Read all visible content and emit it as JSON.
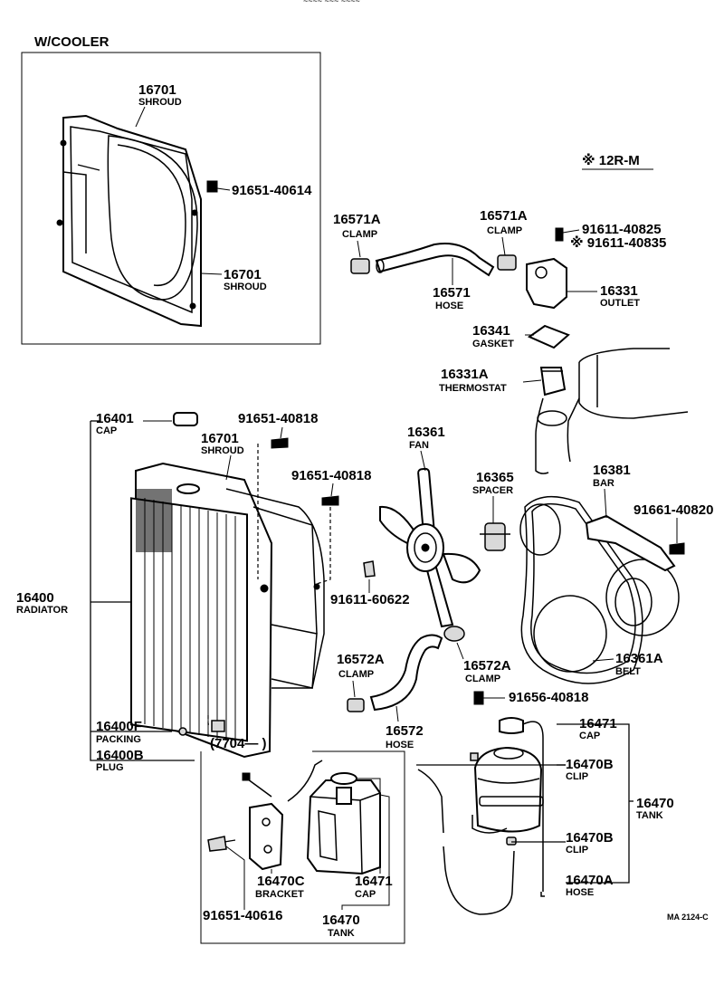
{
  "header_mark": "~~~~ ~~~ ~~~~",
  "inset_cooler": {
    "title": "W/COOLER",
    "items": [
      {
        "part_no": "16701",
        "name": "SHROUD"
      },
      {
        "part_no": "91651-40614",
        "name": ""
      },
      {
        "part_no": "16701",
        "name": "SHROUD"
      }
    ]
  },
  "variant_mark": "※ 12R-M",
  "labels": {
    "clamp_a1": {
      "part_no": "16571A",
      "name": "CLAMP"
    },
    "clamp_a2": {
      "part_no": "16571A",
      "name": "CLAMP"
    },
    "bolt_825": {
      "part_no": "91611-40825",
      "name": ""
    },
    "bolt_835": {
      "part_no": "※ 91611-40835",
      "name": ""
    },
    "hose_upper": {
      "part_no": "16571",
      "name": "HOSE"
    },
    "outlet": {
      "part_no": "16331",
      "name": "OUTLET"
    },
    "gasket": {
      "part_no": "16341",
      "name": "GASKET"
    },
    "thermostat": {
      "part_no": "16331A",
      "name": "THERMOSTAT"
    },
    "cap_radiator": {
      "part_no": "16401",
      "name": "CAP"
    },
    "bolt_818a": {
      "part_no": "91651-40818",
      "name": ""
    },
    "shroud_main": {
      "part_no": "16701",
      "name": "SHROUD"
    },
    "bolt_818b": {
      "part_no": "91651-40818",
      "name": ""
    },
    "fan": {
      "part_no": "16361",
      "name": "FAN"
    },
    "spacer": {
      "part_no": "16365",
      "name": "SPACER"
    },
    "bar": {
      "part_no": "16381",
      "name": "BAR"
    },
    "bolt_820": {
      "part_no": "91661-40820",
      "name": ""
    },
    "radiator": {
      "part_no": "16400",
      "name": "RADIATOR"
    },
    "bolt_622": {
      "part_no": "91611-60622",
      "name": ""
    },
    "clamp_b1": {
      "part_no": "16572A",
      "name": "CLAMP"
    },
    "clamp_b2": {
      "part_no": "16572A",
      "name": "CLAMP"
    },
    "belt": {
      "part_no": "16361A",
      "name": "BELT"
    },
    "bolt_818c": {
      "part_no": "91656-40818",
      "name": ""
    },
    "packing": {
      "part_no": "16400F",
      "name": "PACKING"
    },
    "hose_lower": {
      "part_no": "16572",
      "name": "HOSE"
    },
    "plug": {
      "part_no": "16400B",
      "name": "PLUG"
    },
    "cap_tank": {
      "part_no": "16471",
      "name": "CAP"
    },
    "clip_upper": {
      "part_no": "16470B",
      "name": "CLIP"
    },
    "tank": {
      "part_no": "16470",
      "name": "TANK"
    },
    "clip_lower": {
      "part_no": "16470B",
      "name": "CLIP"
    },
    "hose_tank": {
      "part_no": "16470A",
      "name": "HOSE"
    }
  },
  "inset_tank": {
    "title": "(7704—      )",
    "items": [
      {
        "part_no": "16470C",
        "name": "BRACKET"
      },
      {
        "part_no": "16471",
        "name": "CAP"
      },
      {
        "part_no": "91651-40616",
        "name": ""
      },
      {
        "part_no": "16470",
        "name": "TANK"
      }
    ]
  },
  "figure_code": "MA 2124-C"
}
